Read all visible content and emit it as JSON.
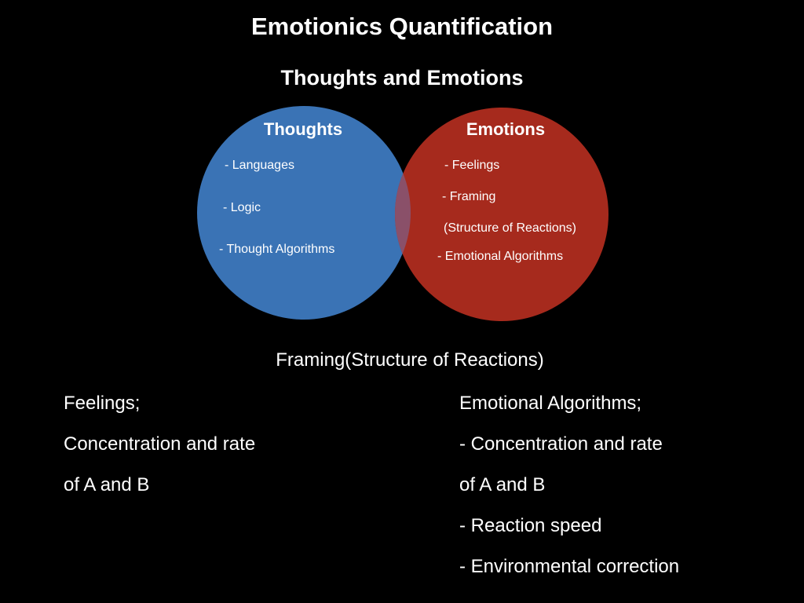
{
  "slide": {
    "title": "Emotionics Quantification",
    "subtitle": "Thoughts and Emotions"
  },
  "venn": {
    "colors": {
      "thoughts": "#3a73b5",
      "emotions": "#a62a1d",
      "overlap": "#8a5069",
      "background": "#000000"
    },
    "thoughts": {
      "heading": "Thoughts",
      "items": [
        "- Languages",
        "- Logic",
        "- Thought Algorithms"
      ]
    },
    "emotions": {
      "heading": "Emotions",
      "items": [
        "- Feelings",
        "- Framing",
        "(Structure of Reactions)",
        "- Emotional Algorithms"
      ]
    }
  },
  "framing": {
    "title": "Framing(Structure of Reactions)",
    "left": {
      "lines": [
        "Feelings;",
        "Concentration and rate",
        "of  A and B"
      ]
    },
    "right": {
      "lines": [
        "Emotional Algorithms;",
        "- Concentration and rate",
        "of  A and B",
        "- Reaction speed",
        "- Environmental correction"
      ]
    }
  }
}
